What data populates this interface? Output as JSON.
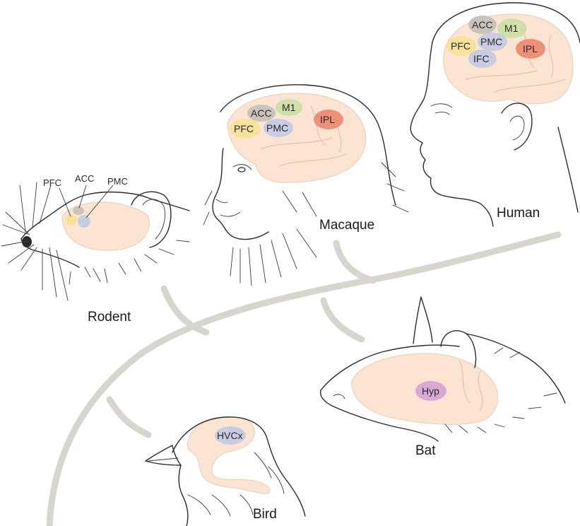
{
  "colors": {
    "tree": "#d8d5cf",
    "brain": "#fbe3cf",
    "pfc": "#f9e39a",
    "acc": "#c9c3bc",
    "m1": "#cfe0a8",
    "pmc": "#c9cde3",
    "ipl": "#ee8f78",
    "ifc": "#c9cde3",
    "hyp": "#d9a9d4",
    "hvcx": "#c9cde3"
  },
  "species": {
    "rodent": {
      "label": "Rodent",
      "regions": {
        "pfc": "PFC",
        "acc": "ACC",
        "pmc": "PMC"
      }
    },
    "macaque": {
      "label": "Macaque",
      "regions": {
        "acc": "ACC",
        "m1": "M1",
        "pfc": "PFC",
        "pmc": "PMC",
        "ipl": "IPL"
      }
    },
    "human": {
      "label": "Human",
      "regions": {
        "acc": "ACC",
        "m1": "M1",
        "pfc": "PFC",
        "pmc": "PMC",
        "ifc": "IFC",
        "ipl": "IPL"
      }
    },
    "bat": {
      "label": "Bat",
      "regions": {
        "hyp": "Hyp"
      }
    },
    "bird": {
      "label": "Bird",
      "regions": {
        "hvcx": "HVCx"
      }
    }
  }
}
